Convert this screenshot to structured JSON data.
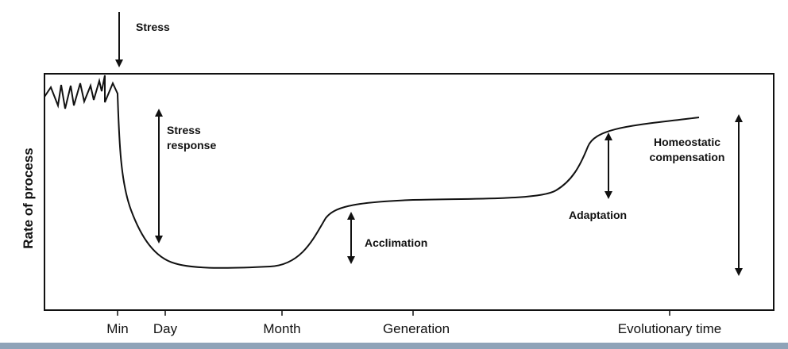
{
  "title_arrow": "Stress",
  "y_axis_label": "Rate of process",
  "x_ticks": [
    "Min",
    "Day",
    "Month",
    "Generation",
    "Evolutionary time"
  ],
  "annotations": {
    "stress_response": [
      "Stress",
      "response"
    ],
    "acclimation": "Acclimation",
    "adaptation": "Adaptation",
    "homeostatic": [
      "Homeostatic",
      "compensation"
    ]
  }
}
